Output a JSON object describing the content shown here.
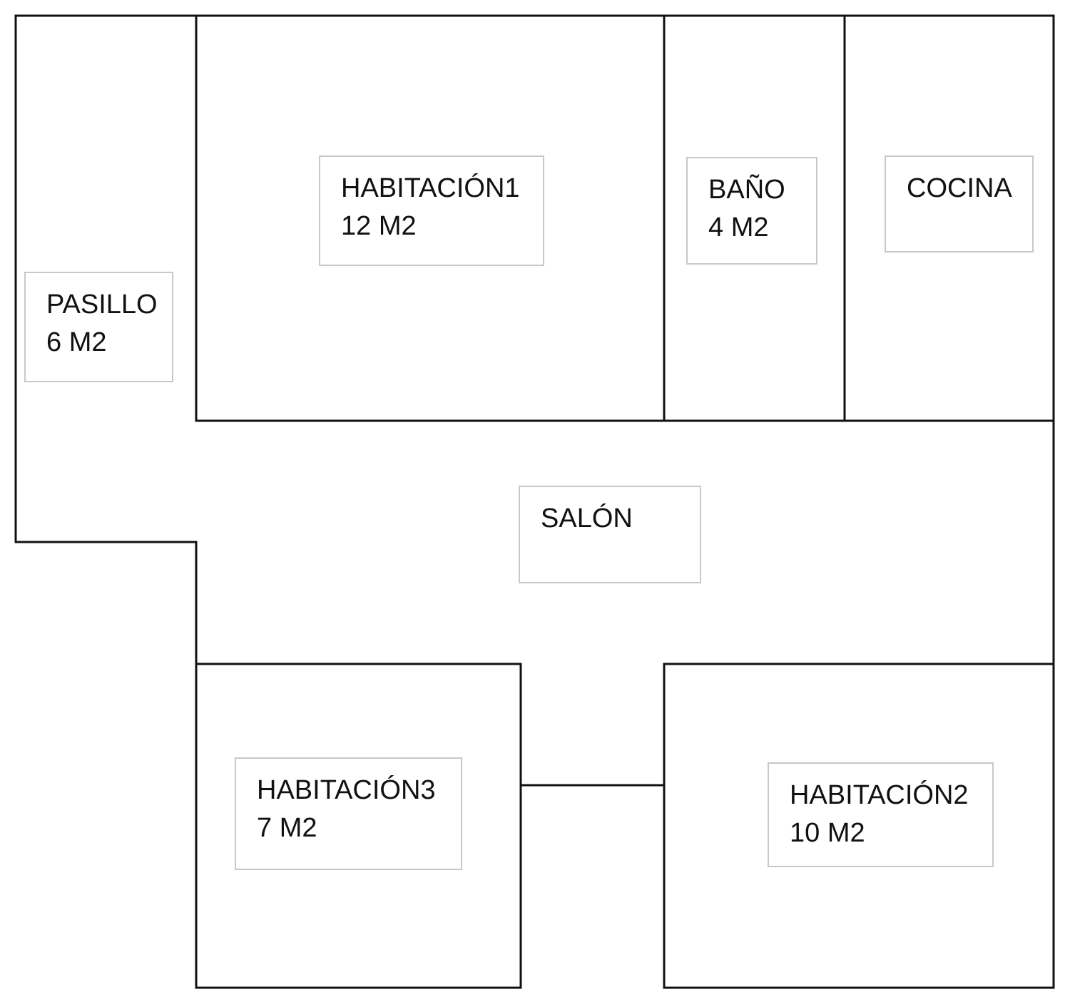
{
  "diagram": {
    "colors": {
      "wall": "#111111",
      "label_border": "#c8c8c8",
      "text": "#111111",
      "background": "#ffffff"
    },
    "rooms": {
      "pasillo": {
        "name": "PASILLO",
        "area": "6 M2"
      },
      "habitacion1": {
        "name": "HABITACIÓN1",
        "area": "12 M2"
      },
      "bano": {
        "name": "BAÑO",
        "area": "4 M2"
      },
      "cocina": {
        "name": "COCINA"
      },
      "salon": {
        "name": "SALÓN"
      },
      "habitacion3": {
        "name": "HABITACIÓN3",
        "area": "7 M2"
      },
      "habitacion2": {
        "name": "HABITACIÓN2",
        "area": "10 M2"
      }
    }
  }
}
